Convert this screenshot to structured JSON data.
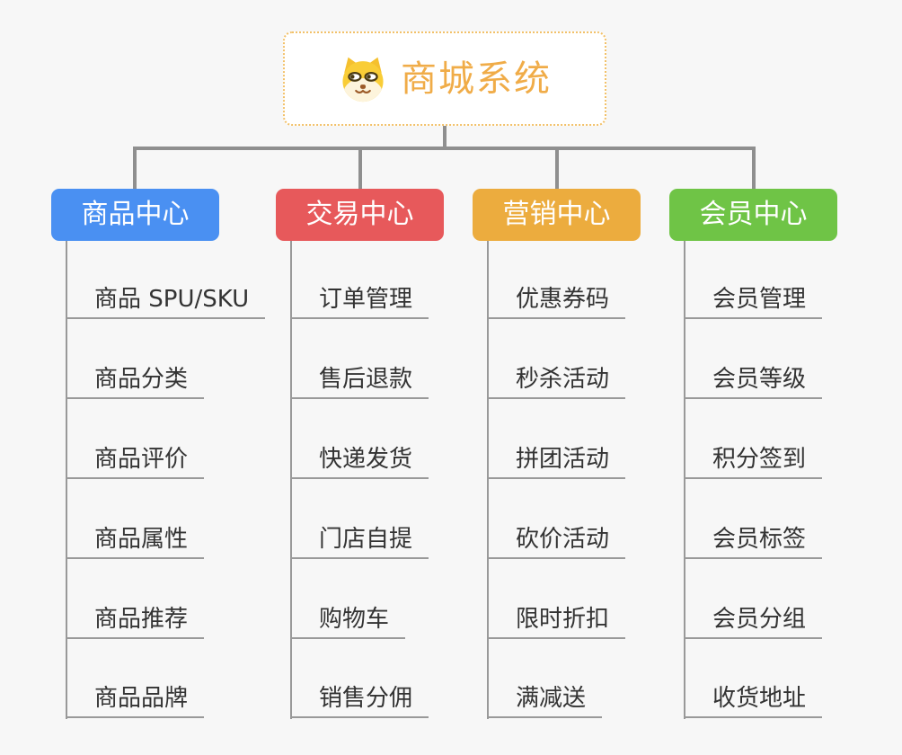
{
  "root": {
    "title": "商城系统",
    "icon": "dog-face-icon"
  },
  "colors": {
    "root_text": "#f0ac48",
    "root_border": "#f2c169",
    "connector": "#8f8f8f",
    "child_line": "#999999",
    "child_text": "#333333",
    "branch_product": "#4a90f2",
    "branch_trade": "#e7595b",
    "branch_marketing": "#ecac3e",
    "branch_member": "#6fc446"
  },
  "branches": [
    {
      "label": "商品中心",
      "color": "#4a90f2",
      "children": [
        "商品 SPU/SKU",
        "商品分类",
        "商品评价",
        "商品属性",
        "商品推荐",
        "商品品牌"
      ]
    },
    {
      "label": "交易中心",
      "color": "#e7595b",
      "children": [
        "订单管理",
        "售后退款",
        "快递发货",
        "门店自提",
        "购物车",
        "销售分佣"
      ]
    },
    {
      "label": "营销中心",
      "color": "#ecac3e",
      "children": [
        "优惠券码",
        "秒杀活动",
        "拼团活动",
        "砍价活动",
        "限时折扣",
        "满减送"
      ]
    },
    {
      "label": "会员中心",
      "color": "#6fc446",
      "children": [
        "会员管理",
        "会员等级",
        "积分签到",
        "会员标签",
        "会员分组",
        "收货地址"
      ]
    }
  ]
}
